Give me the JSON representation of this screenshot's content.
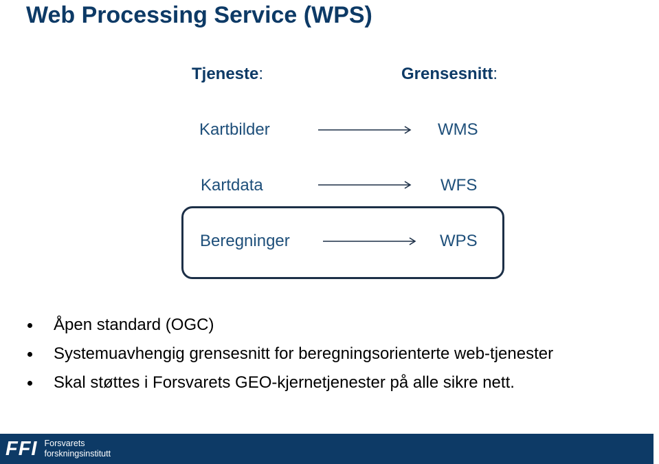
{
  "title": "Web Processing Service (WPS)",
  "columns": {
    "service_label": "Tjeneste",
    "interface_label": "Grensesnitt",
    "colon": ":"
  },
  "mappings": [
    {
      "service": "Kartbilder",
      "interface": "WMS",
      "highlighted": false
    },
    {
      "service": "Kartdata",
      "interface": "WFS",
      "highlighted": false
    },
    {
      "service": "Beregninger",
      "interface": "WPS",
      "highlighted": true
    }
  ],
  "bullets": [
    "Åpen standard (OGC)",
    "Systemuavhengig grensesnitt for beregningsorienterte web-tjenester",
    "Skal støttes i Forsvarets GEO-kjernetjenester på alle sikre nett."
  ],
  "footer": {
    "logo_mark": "FFI",
    "logo_line1": "Forsvarets",
    "logo_line2": "forskningsinstitutt"
  },
  "colors": {
    "title": "#0d3a66",
    "text": "#1e4f7a",
    "footer": "#0d3a66",
    "box_border": "#1c2f47"
  }
}
